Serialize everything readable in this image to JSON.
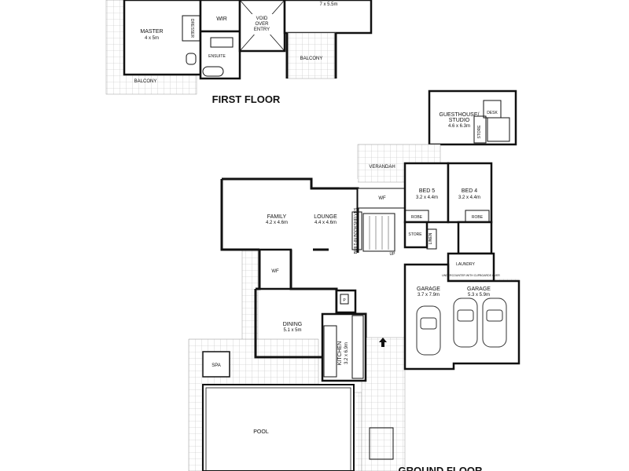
{
  "floors": {
    "first": {
      "title": "FIRST FLOOR",
      "rooms": {
        "master": {
          "name": "MASTER",
          "dim": "4 x 5m"
        },
        "wir": {
          "name": "WIR"
        },
        "dresser": {
          "name": "DRESSER"
        },
        "void": {
          "name": "VOID\nOVER\nENTRY",
          "lines": [
            "VOID",
            "OVER",
            "ENTRY"
          ]
        },
        "top_right": {
          "dim": "7 x 5.5m"
        },
        "ensuite": {
          "name": "ENSUITE"
        },
        "balcony_left": {
          "name": "BALCONY"
        },
        "balcony_right": {
          "name": "BALCONY"
        }
      }
    },
    "ground": {
      "title": "GROUND FLOOR",
      "rooms": {
        "guesthouse": {
          "name_lines": [
            "GUESTHOUSE/",
            "STUDIO"
          ],
          "dim": "4.6 x 6.3m"
        },
        "desk": {
          "name": "DESK"
        },
        "store_guest": {
          "name": "STORE"
        },
        "verandah": {
          "name": "VERANDAH"
        },
        "wf_top": {
          "name": "WF"
        },
        "bed5": {
          "name": "BED 5",
          "dim": "3.2 x 4.4m"
        },
        "bed4": {
          "name": "BED 4",
          "dim": "3.2 x 4.4m"
        },
        "robe5": {
          "name": "ROBE"
        },
        "robe4": {
          "name": "ROBE"
        },
        "store": {
          "name": "STORE"
        },
        "linen": {
          "name": "LINEN"
        },
        "family": {
          "name": "FAMILY",
          "dim": "4.2 x 4.6m"
        },
        "lounge": {
          "name": "LOUNGE",
          "dim": "4.4 x 4.6m"
        },
        "bookshelves": {
          "name": "BUILT-IN BOOKSHELVES"
        },
        "up": {
          "name": "UP"
        },
        "laundry": {
          "name": "LAUNDRY"
        },
        "laundry_note": {
          "name": "UNDERCOUNTER WITH CUPBOARDS OVER"
        },
        "wf_mid": {
          "name": "WF"
        },
        "garage1": {
          "name": "GARAGE",
          "dim": "3.7 x 7.9m"
        },
        "garage2": {
          "name": "GARAGE",
          "dim": "5.3 x 5.9m"
        },
        "pantry": {
          "name": "P"
        },
        "dining": {
          "name": "DINING",
          "dim": "5.1 x 5m"
        },
        "kitchen": {
          "name": "KITCHEN",
          "dim": "3.2 x 6.9m"
        },
        "spa": {
          "name": "SPA"
        },
        "pool": {
          "name": "POOL"
        }
      }
    }
  },
  "colors": {
    "wall": "#111111",
    "tile": "#bdbdbd",
    "background": "#ffffff"
  }
}
